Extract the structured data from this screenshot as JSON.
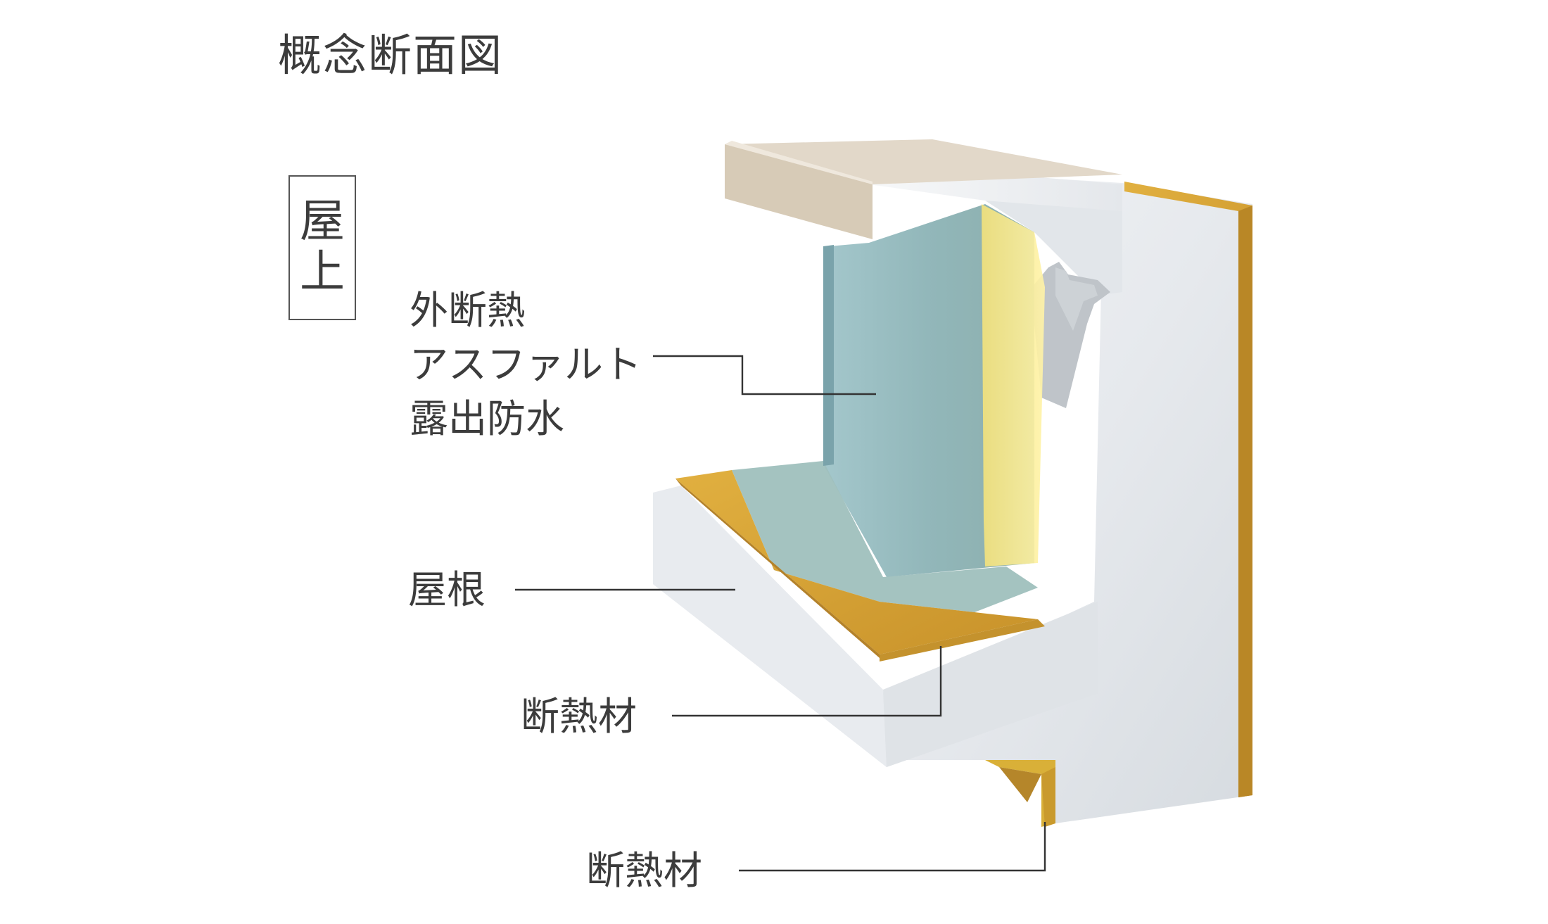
{
  "title": "概念断面図",
  "badge": [
    "屋",
    "上"
  ],
  "labels": {
    "waterproof": [
      "外断熱",
      "アスファルト",
      "露出防水"
    ],
    "roof": "屋根",
    "insulation_upper": "断熱材",
    "insulation_lower": "断熱材"
  },
  "colors": {
    "concrete": "#e9ecf0",
    "insulation": "#d4a032",
    "waterproof": "#8fb9bc",
    "cap": "#d9cdbb",
    "leader": "#333333"
  }
}
